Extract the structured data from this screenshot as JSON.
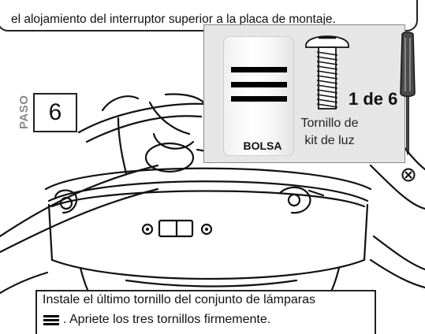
{
  "top_caption": {
    "text": "el alojamiento del interruptor superior a la placa de montaje."
  },
  "step": {
    "label": "PASO",
    "number": "6"
  },
  "parts_panel": {
    "bag_label": "BOLSA",
    "screw_caption_line1": "Tornillo de",
    "screw_caption_line2": "kit de luz",
    "count": "1 de 6",
    "tool_icon": "screwdriver-icon",
    "bag_icon": "three-bar-icon"
  },
  "instruction": {
    "line1": "Instale el último tornillo del conjunto de lámparas",
    "line2": ". Apriete los tres tornillos firmemente."
  },
  "icons": [
    "screw-icon",
    "screwdriver-icon",
    "no-phillips-icon",
    "three-bar-icon"
  ],
  "colors": {
    "panel": "#e6e6e6",
    "step_label": "#8a8a8a",
    "line": "#000000"
  }
}
